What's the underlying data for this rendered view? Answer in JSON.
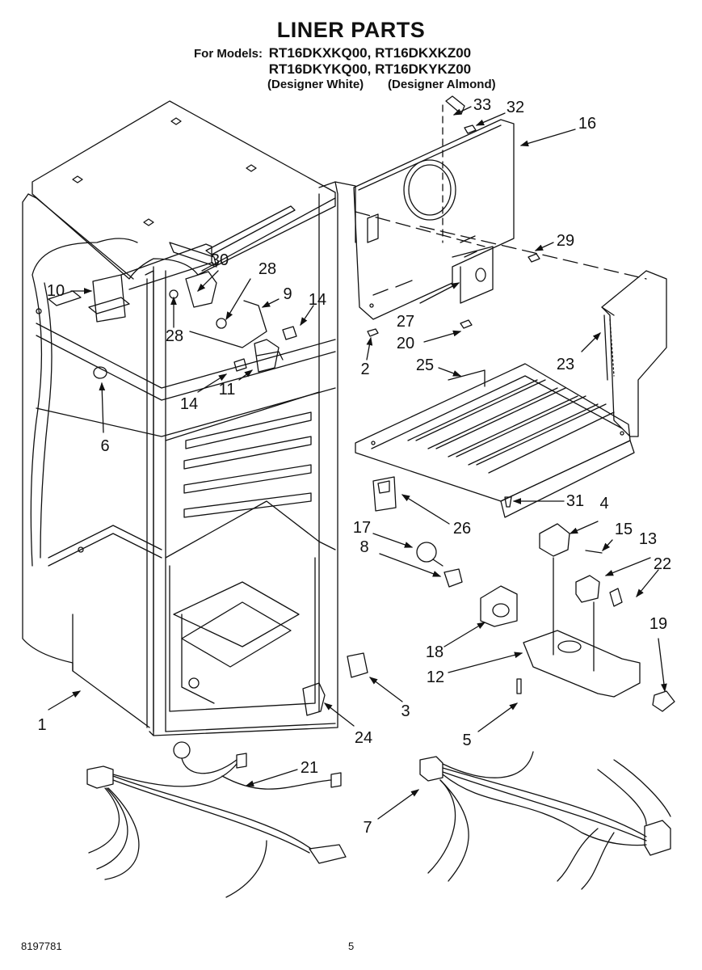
{
  "header": {
    "title": "LINER PARTS",
    "models_label": "For Models:",
    "models": [
      "RT16DKXKQ00,",
      "RT16DKXKZ00",
      "RT16DKYKQ00,",
      "RT16DKYKZ00"
    ],
    "variants": [
      "(Designer White)",
      "(Designer Almond)"
    ]
  },
  "callouts": [
    "33",
    "32",
    "16",
    "29",
    "30",
    "28",
    "9",
    "14",
    "10",
    "28",
    "27",
    "20",
    "2",
    "23",
    "14",
    "11",
    "6",
    "25",
    "31",
    "4",
    "26",
    "17",
    "8",
    "15",
    "13",
    "22",
    "18",
    "12",
    "19",
    "3",
    "24",
    "5",
    "1",
    "21",
    "7"
  ],
  "footer": {
    "doc_number": "8197781",
    "page_number": "5"
  }
}
